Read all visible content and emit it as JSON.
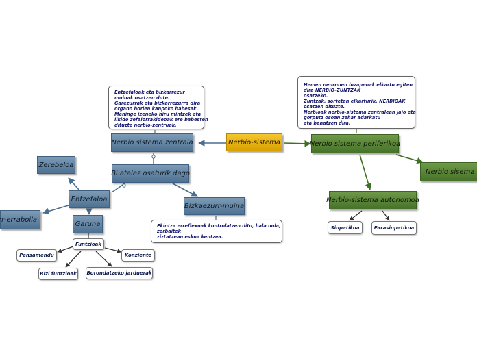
{
  "central": "Nerbio-sistema",
  "nodes": {
    "zentrala": "Nerbio sistema zentrala",
    "periferikoa": "Nerbio sistema periferikoa",
    "bi_atalez": "Bi atalez osaturik dago",
    "bizkaezurr": "Bizkaezurr-muina",
    "entzefaloa": "Entzefaloa",
    "zerebeloa": "Zerebeloa",
    "erraboila": "...urr-erraboila",
    "garuna": "Garuna",
    "funtzioak": "Funtzioak",
    "pensamendu": "Pensamendu",
    "konziente": "Konziente",
    "bizi_funtzioak": "Bizi funtzioak",
    "borondatzeko": "Borondatzeko jarduerak",
    "autonomoa": "Nerbio-sistema autonomoa",
    "sinpatikoa": "Sinpatikoa",
    "parasinpatikoa": "Parasinpatikoa",
    "somatikoa": "Nerbio sisema som..."
  },
  "notes": {
    "zentrala": [
      "Entzefaloak eta bizkarrezur",
      "muinak osatzen dute.",
      "Garezurrak eta bizkarrezurra dira",
      "organo horien kanpoko babesak.",
      "Meninge izeneko hiru mintzek eta",
      "likido zefalorrakideoak ere babesten",
      "dituzte nerbio-zentruak."
    ],
    "periferikoa": [
      "Hemen neuronen luzapenak elkartu egiten",
      "dira NERBIO-ZUNTZAK",
      "osatzeko.",
      "Zuntzak, sortetan elkarturik, NERBIOAK",
      "osatzen dituzte.",
      "Nerbioak nerbio-sistema zentralean jaio eta",
      "gorputz osoan zehar adarkatu",
      "eta banatzen dira."
    ],
    "bizkaezurr": [
      "Ekintza erreflexuak kontrolatzen ditu, hala nola,",
      "zerbaitek",
      "ziztatzean eskua kentzea."
    ]
  },
  "colors": {
    "blue_link": "#4a6e90",
    "green_link": "#3f6f22",
    "central_fill": "#f2c12b",
    "blue_fill": "#5b7f9f",
    "green_fill": "#54802f"
  }
}
